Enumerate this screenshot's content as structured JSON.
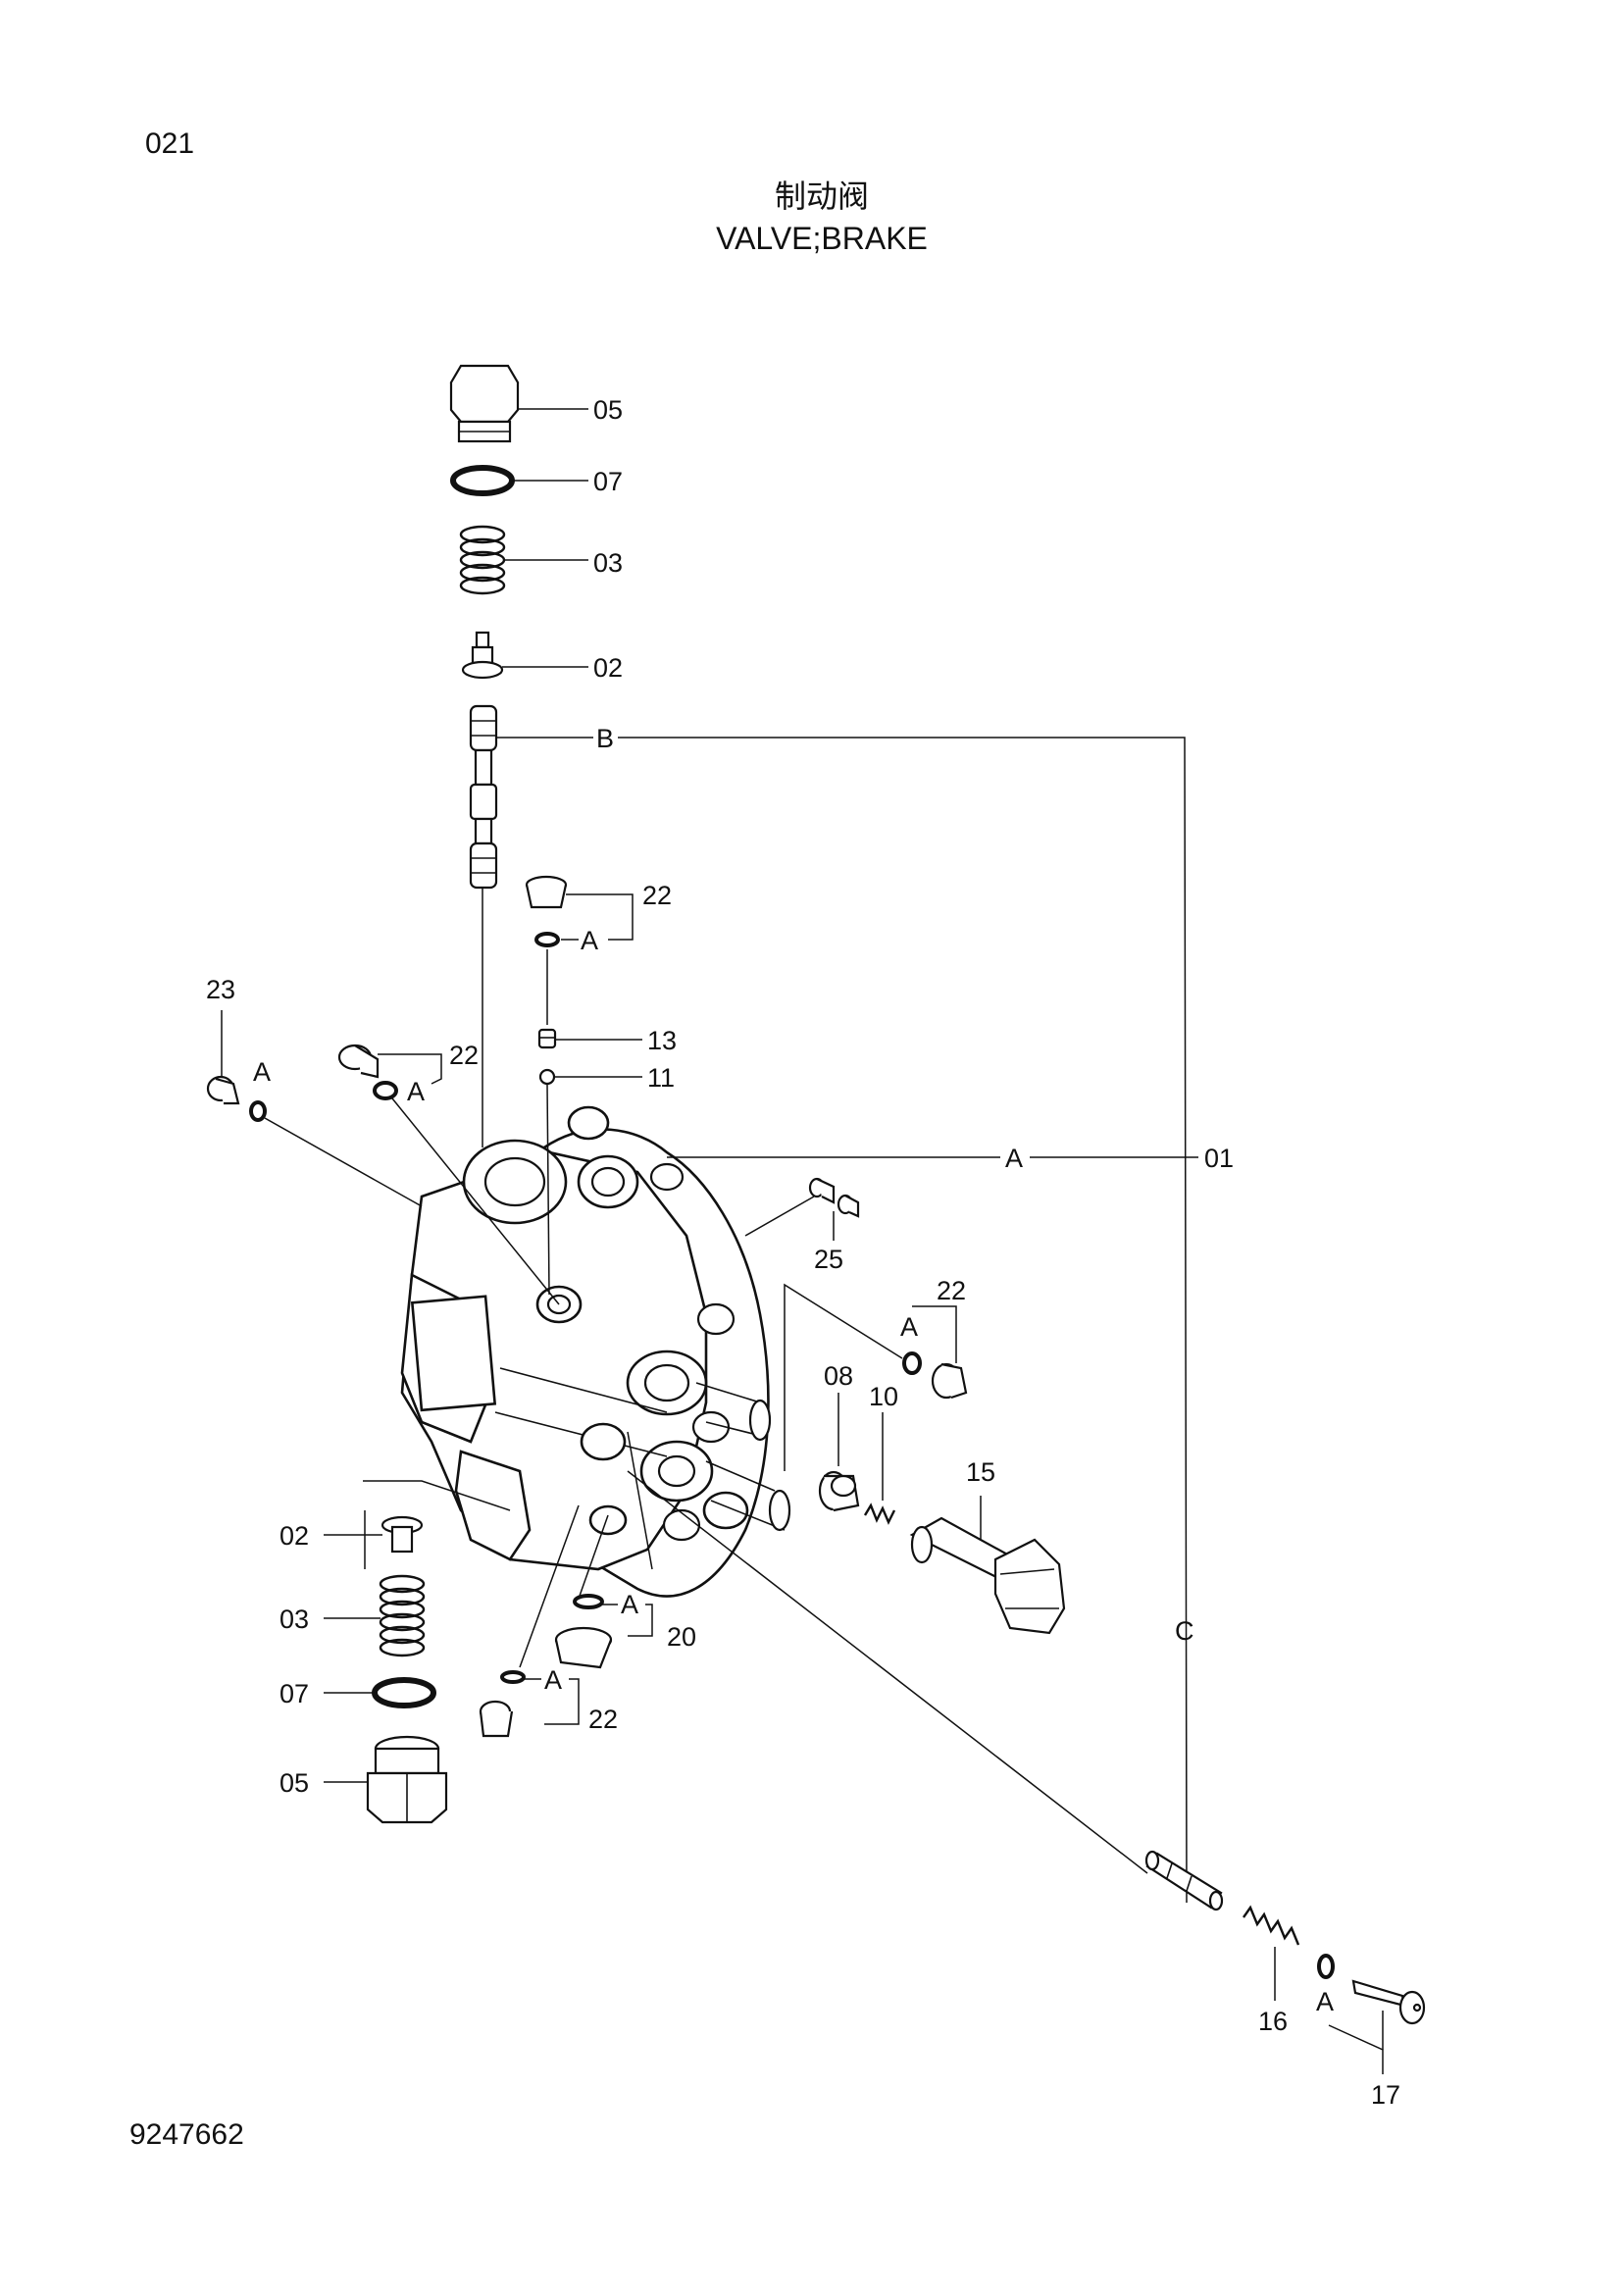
{
  "header": {
    "page_code": "021",
    "title_cn": "制动阀",
    "title_en": "VALVE;BRAKE"
  },
  "footer": {
    "drawing_number": "9247662"
  },
  "callouts": {
    "c05_top": "05",
    "c07_top": "07",
    "c03_top": "03",
    "c02_top": "02",
    "cB": "B",
    "c22_a": "22",
    "cA_a": "A",
    "c13": "13",
    "c11": "11",
    "c23": "23",
    "cA_23": "A",
    "c22_b": "22",
    "cA_b": "A",
    "cA_01": "A",
    "c01": "01",
    "c25": "25",
    "c22_c": "22",
    "cA_c": "A",
    "c08": "08",
    "c10": "10",
    "c15": "15",
    "c02_bot": "02",
    "c03_bot": "03",
    "c07_bot": "07",
    "c05_bot": "05",
    "cA_20": "A",
    "c20": "20",
    "cA_d": "A",
    "c22_d": "22",
    "cC": "C",
    "c16": "16",
    "cA_17": "A",
    "c17": "17"
  }
}
